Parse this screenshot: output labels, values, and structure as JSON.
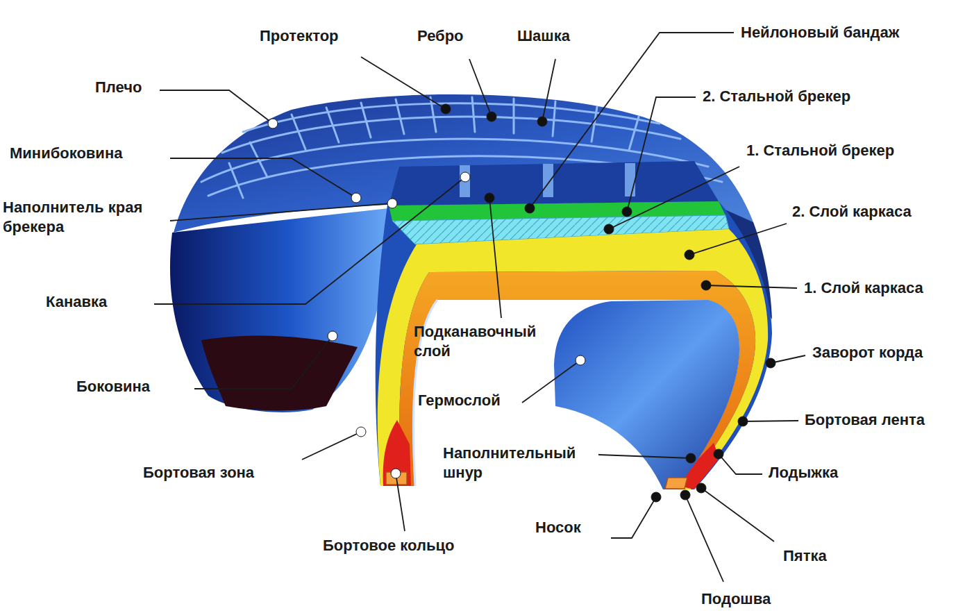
{
  "diagram": {
    "labels": [
      "Протектор",
      "Ребро",
      "Шашка",
      "Нейлоновый бандаж",
      "Плечо",
      "2. Стальной брекер",
      "1. Стальной брекер",
      "Минибоковина",
      "Наполнитель края брекера",
      "2. Слой каркаса",
      "1. Слой каркаса",
      "Канавка",
      "Подканавочный слой",
      "Заворот корда",
      "Боковина",
      "Гермослой",
      "Бортовая лента",
      "Наполнительный шнур",
      "Лодыжка",
      "Бортовая зона",
      "Носок",
      "Пятка",
      "Бортовое кольцо",
      "Подошва"
    ]
  }
}
